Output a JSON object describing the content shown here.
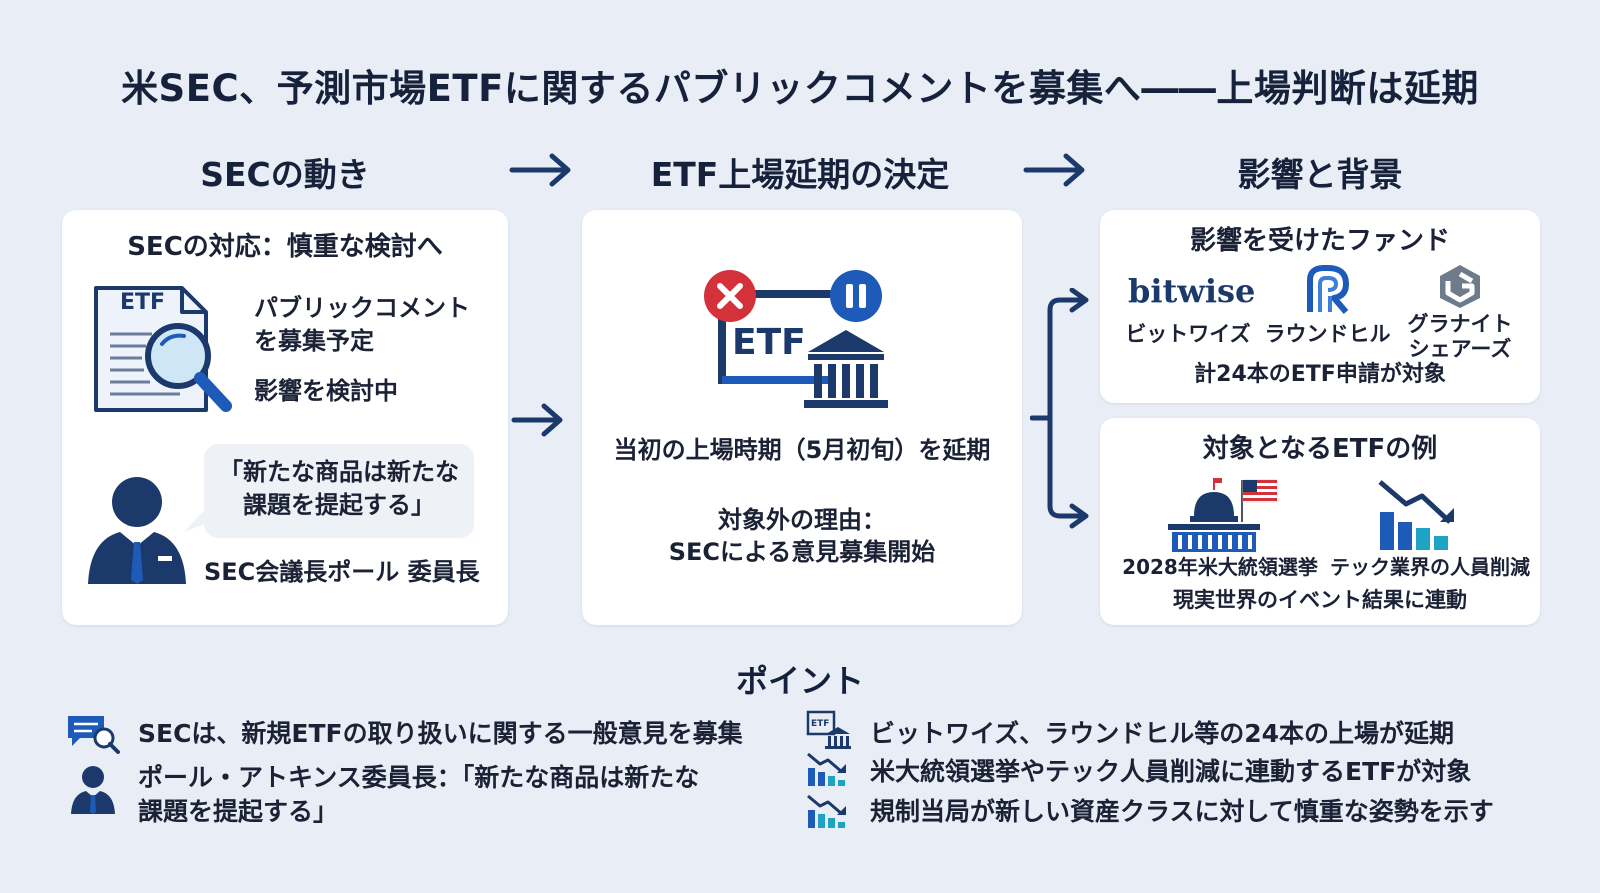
{
  "title": "米SEC、予測市場ETFに関するパブリックコメントを募集へ――上場判断は延期",
  "columns": {
    "left": "SECの動き",
    "middle": "ETF上場延期の決定",
    "right": "影響と背景"
  },
  "sec_card": {
    "heading": "SECの対応：慎重な検討へ",
    "doc_label": "ETF",
    "line1": "パブリックコメント",
    "line2": "を募集予定",
    "line3": "影響を検討中",
    "quote_line1": "「新たな商品は新たな",
    "quote_line2": "課題を提起する」",
    "person": "SEC会議長ポール 委員長"
  },
  "delay_card": {
    "etf_label": "ETF",
    "line1": "当初の上場時期（5月初旬）を延期",
    "reason_line1": "対象外の理由：",
    "reason_line2": "SECによる意見募集開始"
  },
  "funds_card": {
    "heading": "影響を受けたファンド",
    "bitwise_logo": "bitwise",
    "bitwise": "ビットワイズ",
    "roundhill": "ラウンドヒル",
    "granite_line1": "グラナイト",
    "granite_line2": "シェアーズ",
    "count": "計24本のETF申請が対象"
  },
  "examples_card": {
    "heading": "対象となるETFの例",
    "example1": "2028年米大統領選挙",
    "example2": "テック業界の人員削減",
    "footer": "現実世界のイベント結果に連動"
  },
  "points": {
    "title": "ポイント",
    "left": [
      {
        "icon": "search-chat-icon",
        "text": "SECは、新規ETFの取り扱いに関する一般意見を募集"
      },
      {
        "icon": "person-icon",
        "text_line1": "ポール・アトキンス委員長：「新たな商品は新たな",
        "text_line2": "課題を提起する」"
      }
    ],
    "right": [
      {
        "icon": "etf-bank-icon",
        "text": "ビットワイズ、ラウンドヒル等の24本の上場が延期"
      },
      {
        "icon": "chart-down-icon",
        "text": "米大統領選挙やテック人員削減に連動するETFが対象"
      },
      {
        "icon": "chart-down-icon",
        "text": "規制当局が新しい資産クラスに対して慎重な姿勢を示す"
      }
    ]
  },
  "colors": {
    "navy": "#1b3a6b",
    "blue": "#1e5bb8",
    "red": "#d3323a",
    "teal": "#1fa3c4",
    "background": "#e9eef6"
  }
}
